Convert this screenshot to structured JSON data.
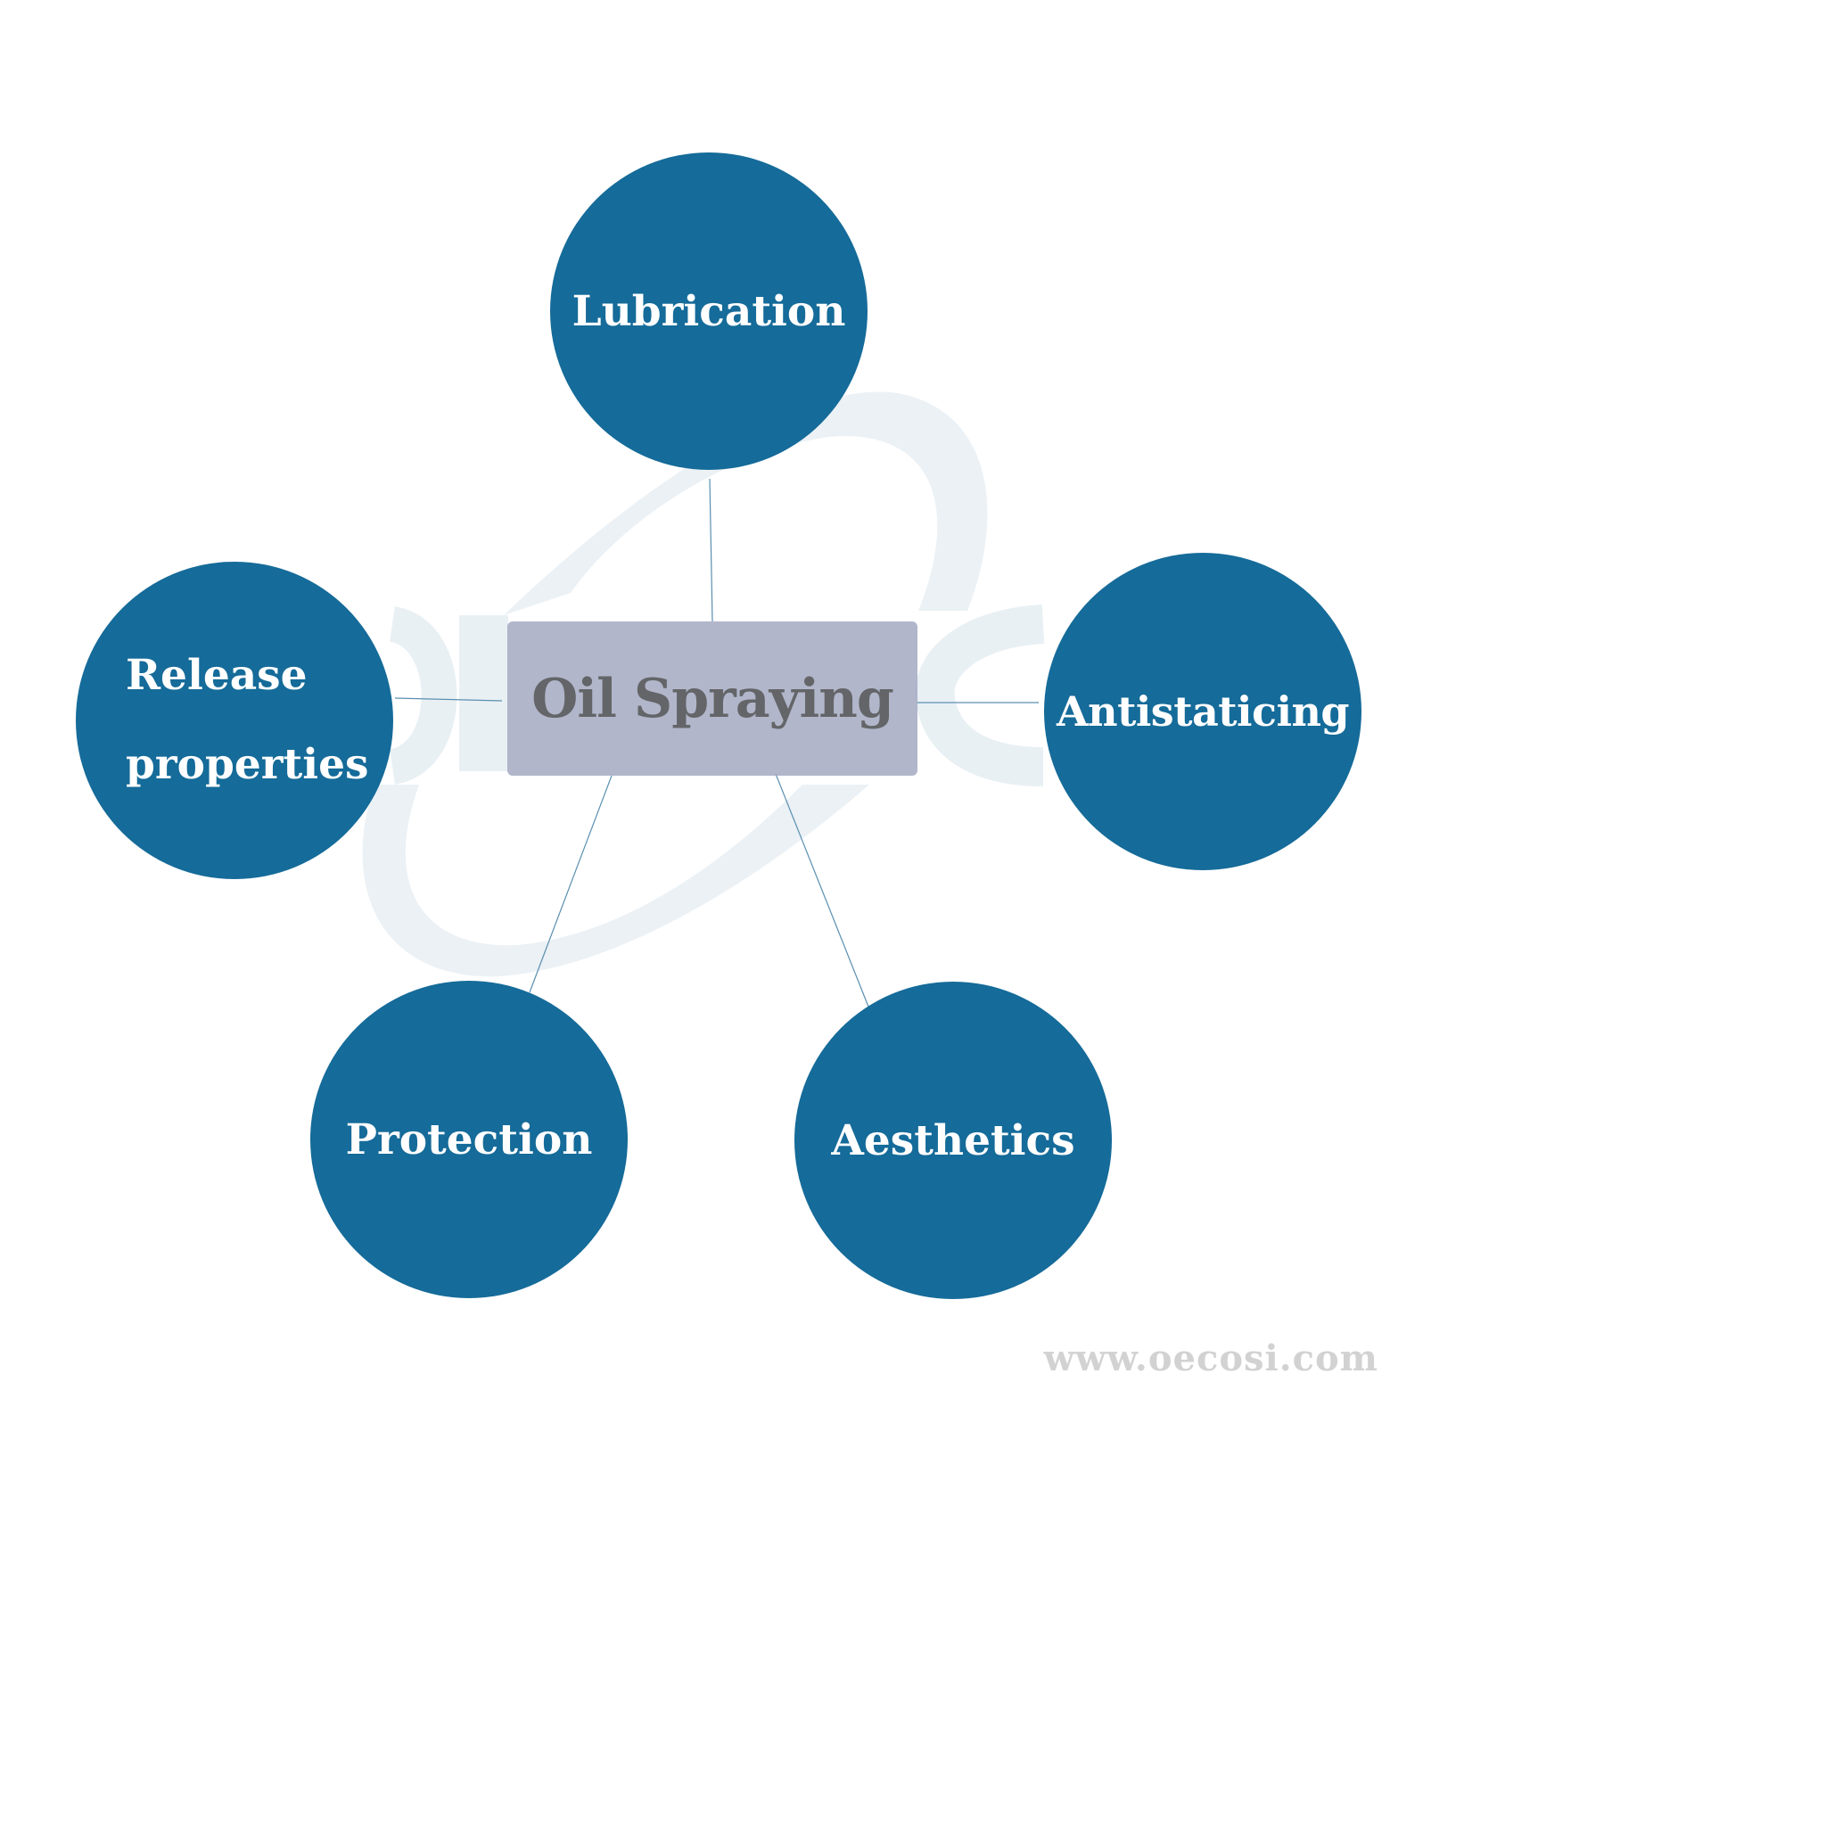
{
  "center": {
    "label": "Oil Spraying"
  },
  "nodes": {
    "lubrication": "Lubrication",
    "antistaticing": "Antistaticing",
    "release_line1": "Release",
    "release_line2": "properties",
    "protection": "Protection",
    "aesthetics": "Aesthetics"
  },
  "watermark": {
    "url": "www.oecosi.com"
  },
  "colors": {
    "node_fill": "#156b99",
    "node_text": "#ffffff",
    "center_fill": "#a0a6be",
    "center_text": "#636568",
    "connector": "#5a8fb0",
    "logo_watermark": "#e9f0f4"
  }
}
